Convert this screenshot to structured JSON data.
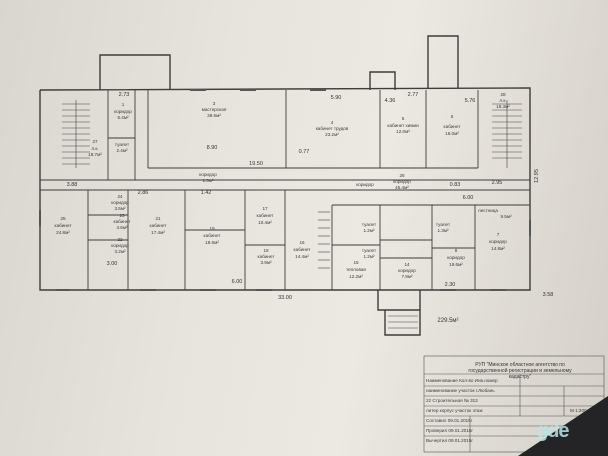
{
  "rooms": [
    {
      "id": "1",
      "name": "коридор",
      "area": "5.4м²"
    },
    {
      "id": "2",
      "name": "туалет",
      "area": "2.4м²"
    },
    {
      "id": "3",
      "name": "мастерская",
      "area": "38.6м²"
    },
    {
      "id": "4",
      "name": "кабинет трудов",
      "area": "23.2м²"
    },
    {
      "id": "5",
      "name": "кабинет химии",
      "area": "12.0м²"
    },
    {
      "id": "6",
      "name": "кабинет",
      "area": "16.0м²"
    },
    {
      "id": "7",
      "name": "коридор",
      "area": "14.8м²"
    },
    {
      "id": "8",
      "name": "коридор",
      "area": "19.6м²"
    },
    {
      "id": "9",
      "name": "лестница",
      "area": "9.5м²"
    },
    {
      "id": "10",
      "name": "туалет",
      "area": "1.3м²"
    },
    {
      "id": "11",
      "name": "туалет",
      "area": "1.2м²"
    },
    {
      "id": "12",
      "name": "туалет",
      "area": "1.3м²"
    },
    {
      "id": "13",
      "name": "туалет",
      "area": "1.2м²"
    },
    {
      "id": "14",
      "name": "коридор",
      "area": "7.9м²"
    },
    {
      "id": "15",
      "name": "тепловая",
      "area": "12.2м²"
    },
    {
      "id": "16",
      "name": "кабинет",
      "area": "14.4м²"
    },
    {
      "id": "17",
      "name": "кабинет",
      "area": "10.4м²"
    },
    {
      "id": "18",
      "name": "кабинет",
      "area": "3.9м²"
    },
    {
      "id": "19",
      "name": "кабинет",
      "area": "18.6м²"
    },
    {
      "id": "20",
      "name": "коридор",
      "area": "1.3м²"
    },
    {
      "id": "21",
      "name": "кабинет",
      "area": "17.4м²"
    },
    {
      "id": "22",
      "name": "коридор",
      "area": "3.2м²"
    },
    {
      "id": "23",
      "name": "кабинет",
      "area": "4.6м²"
    },
    {
      "id": "24",
      "name": "коридор",
      "area": "3.5м²"
    },
    {
      "id": "25",
      "name": "кабинет",
      "area": "24.8м²"
    },
    {
      "id": "26",
      "name": "коридор",
      "area": "45.4м²"
    },
    {
      "id": "27",
      "name": "л.к.",
      "area": "18.7м²"
    },
    {
      "id": "28",
      "name": "л.к.",
      "area": "18.3м²"
    }
  ],
  "dimensions": {
    "top_2_73": "2.73",
    "top_5_90": "5.90",
    "top_4_36": "4.36",
    "top_2_77": "2.77",
    "top_5_76": "5.76",
    "corridor_8_90": "8.90",
    "corridor_19_50": "19.50",
    "mid_0_77": "0.77",
    "mid_3_88": "3.88",
    "mid_2_86": "2.86",
    "mid_1_42": "1.42",
    "mid_0_83": "0.83",
    "mid_2_95": "2.95",
    "mid_6_00": "6.00",
    "bot_3_00": "3.00",
    "bot_6_00": "6.00",
    "bot_33_00": "33.00",
    "bot_2_30": "2.30",
    "right_12_95": "12.95",
    "right_3_58": "3.58",
    "total_area": "229.5м²"
  },
  "stamp": {
    "header": "РУП \"Минское областное агентство по государственной регистрации и земельному кадастру\"",
    "row1": "Наименование  Кол-во  Инв.номер",
    "row2": "наименование  участок  г.Любань",
    "row3": "22   Строительная   № 313",
    "row4": "литер   корпус   участок   этаж",
    "row5": "Составил  09.01.2015г",
    "row6": "Проверил  09.01.2015г",
    "row7": "Вычертил  09.01.2015г",
    "row8": "М 1:200"
  },
  "watermark": "gde"
}
